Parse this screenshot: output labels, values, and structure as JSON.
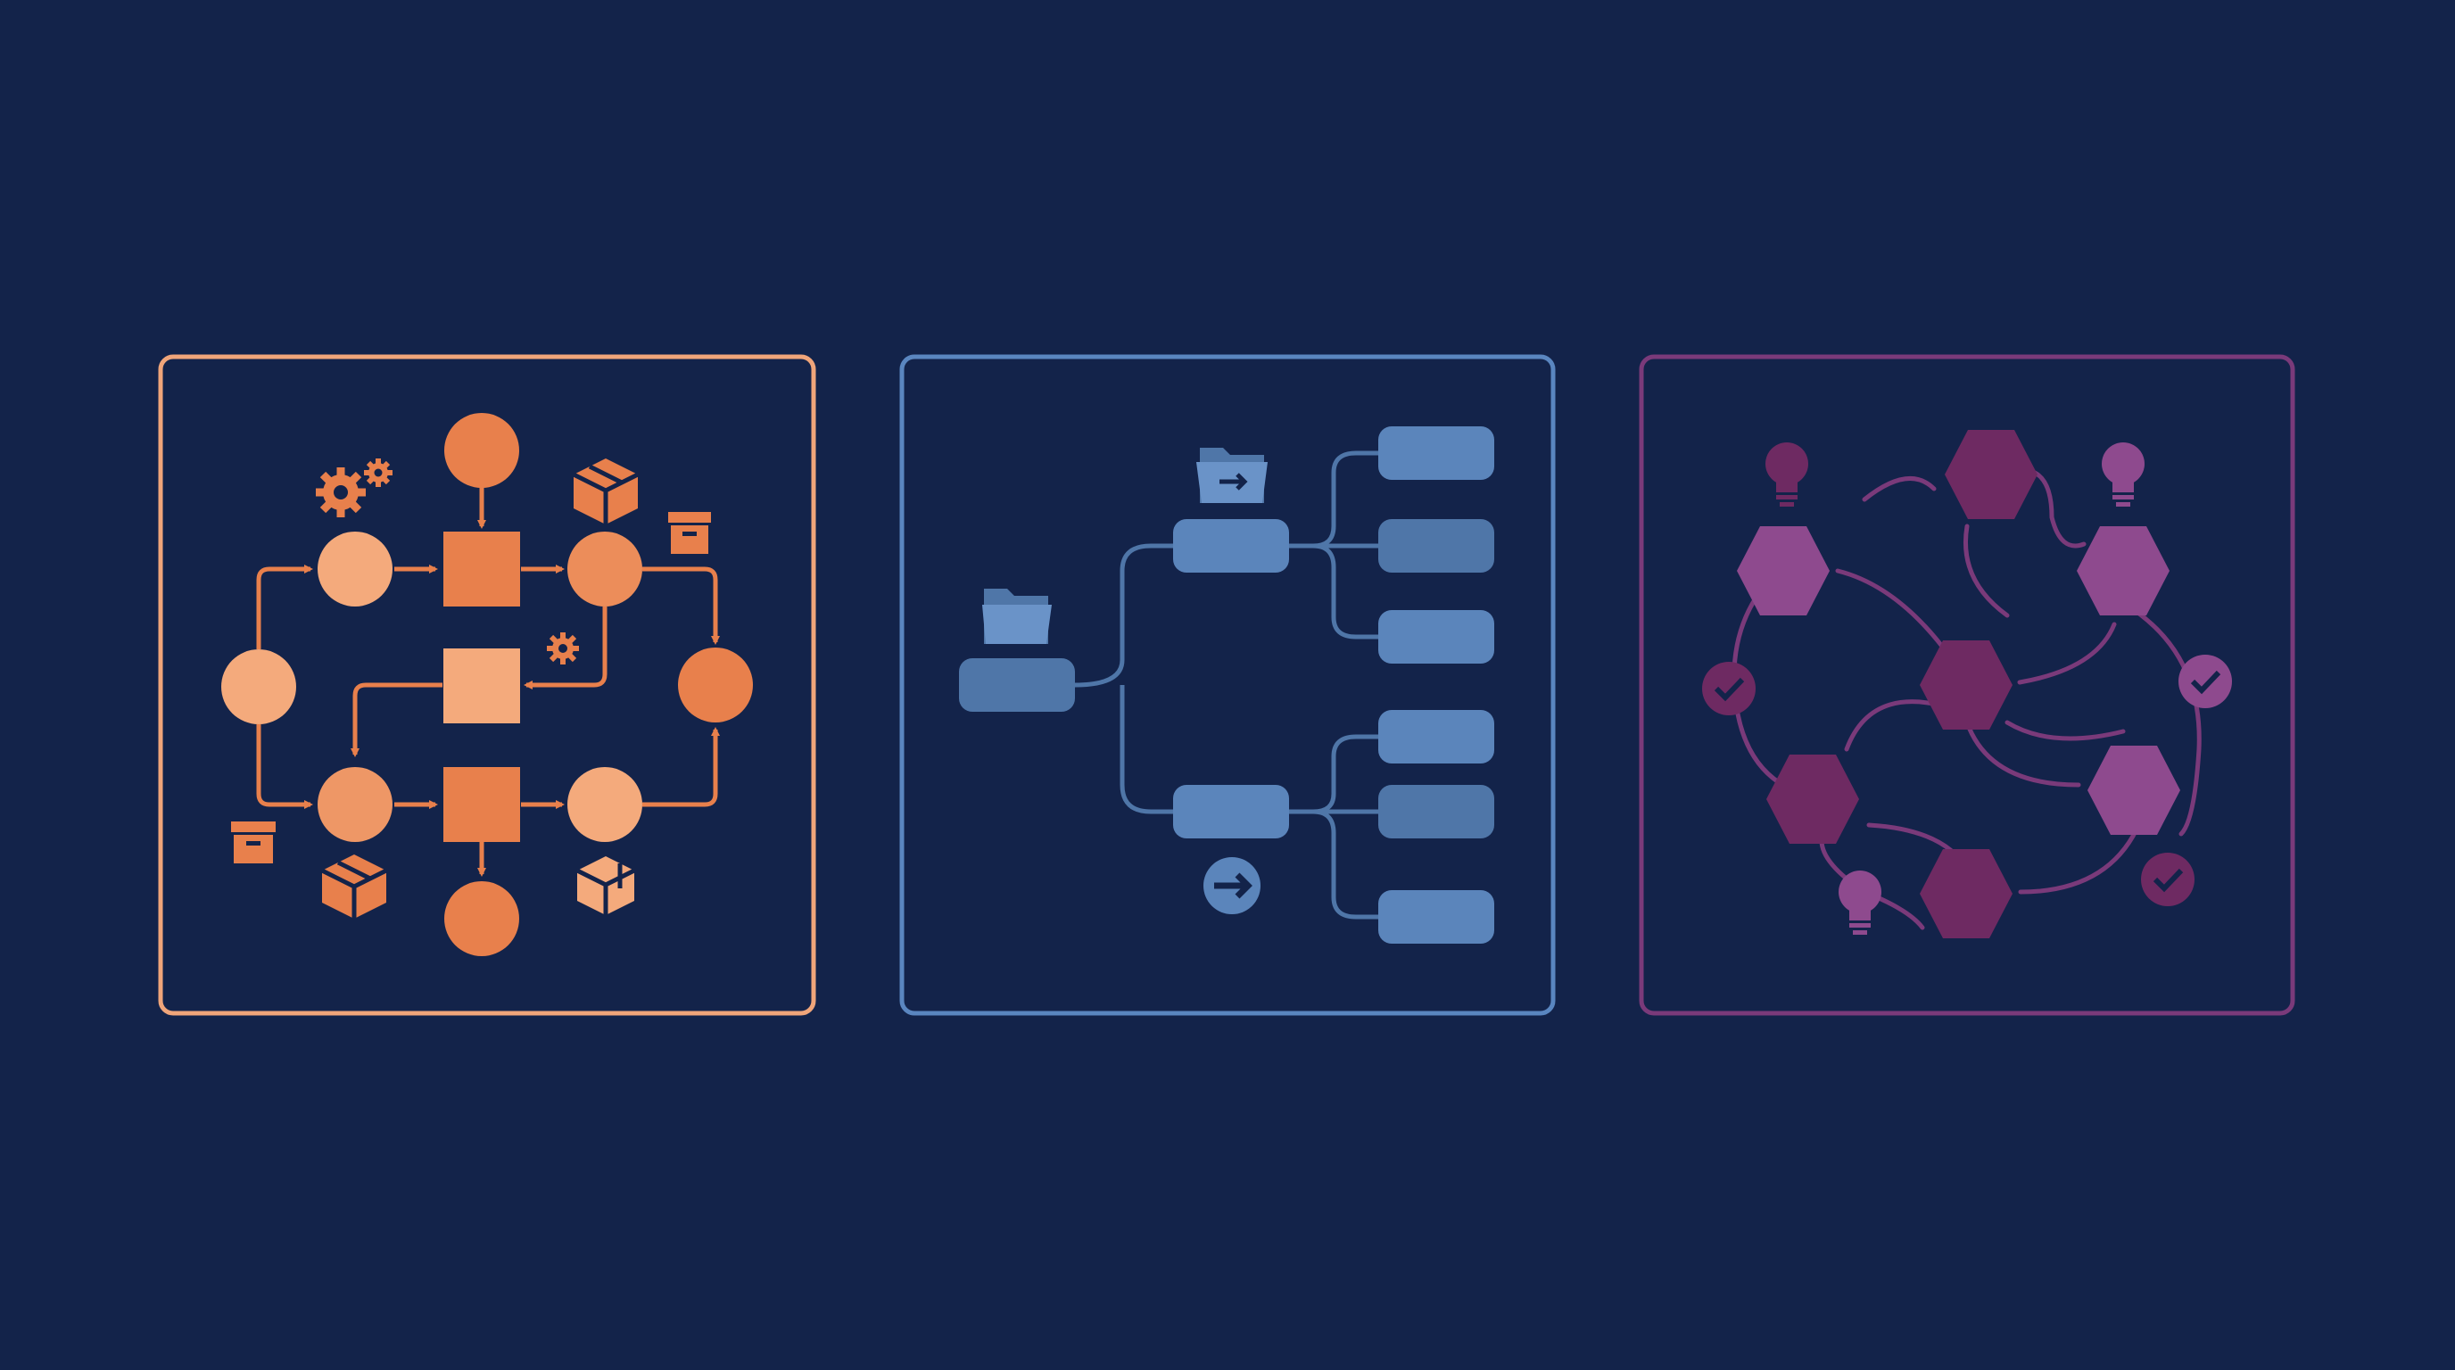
{
  "canvas": {
    "background": "#13234a"
  },
  "panels": [
    {
      "id": "process-flow",
      "accent": "#f0a57a",
      "fill_light": "#f4aa7c",
      "fill_dark": "#e8804c",
      "nodes": [
        {
          "id": "start",
          "shape": "circle",
          "tone": "dark"
        },
        {
          "id": "top-left",
          "shape": "circle",
          "tone": "light"
        },
        {
          "id": "top-mid",
          "shape": "square",
          "tone": "dark"
        },
        {
          "id": "top-right",
          "shape": "circle",
          "tone": "dark"
        },
        {
          "id": "left",
          "shape": "circle",
          "tone": "light"
        },
        {
          "id": "center",
          "shape": "square",
          "tone": "light"
        },
        {
          "id": "right",
          "shape": "circle",
          "tone": "dark"
        },
        {
          "id": "bottom-left",
          "shape": "circle",
          "tone": "mid"
        },
        {
          "id": "bottom-mid",
          "shape": "square",
          "tone": "dark"
        },
        {
          "id": "bottom-right",
          "shape": "circle",
          "tone": "light"
        },
        {
          "id": "end",
          "shape": "circle",
          "tone": "dark"
        }
      ],
      "edges": [
        [
          "start",
          "top-mid"
        ],
        [
          "top-left",
          "top-mid"
        ],
        [
          "top-mid",
          "top-right"
        ],
        [
          "top-right",
          "right"
        ],
        [
          "top-right",
          "center"
        ],
        [
          "center",
          "bottom-left"
        ],
        [
          "left",
          "top-left"
        ],
        [
          "left",
          "bottom-left"
        ],
        [
          "bottom-left",
          "bottom-mid"
        ],
        [
          "bottom-mid",
          "bottom-right"
        ],
        [
          "bottom-mid",
          "end"
        ],
        [
          "bottom-right",
          "right"
        ]
      ],
      "icons": [
        "gears-icon",
        "package-icon",
        "storage-box-icon",
        "gear-icon",
        "storage-box-icon",
        "package-icon",
        "package-icon"
      ]
    },
    {
      "id": "folder-tree",
      "accent": "#5a86c0",
      "node_fill": "#5b85bb",
      "node_fill_dark": "#4f76a8",
      "tree": {
        "root": "root",
        "branches": [
          {
            "id": "branch-upper",
            "leaves": 3
          },
          {
            "id": "branch-lower",
            "leaves": 3
          }
        ]
      },
      "icons": [
        "folder-arrow-icon",
        "folder-icon",
        "arrow-circle-icon"
      ]
    },
    {
      "id": "hex-network",
      "accent": "#7a3a7a",
      "hex_fill_light": "#8e4a8e",
      "hex_fill_dark": "#6e2a62",
      "hexes": 7,
      "icons": [
        "lightbulb-icon",
        "lightbulb-icon",
        "lightbulb-icon",
        "checkmark-badge-icon",
        "checkmark-badge-icon",
        "checkmark-badge-icon"
      ]
    }
  ]
}
